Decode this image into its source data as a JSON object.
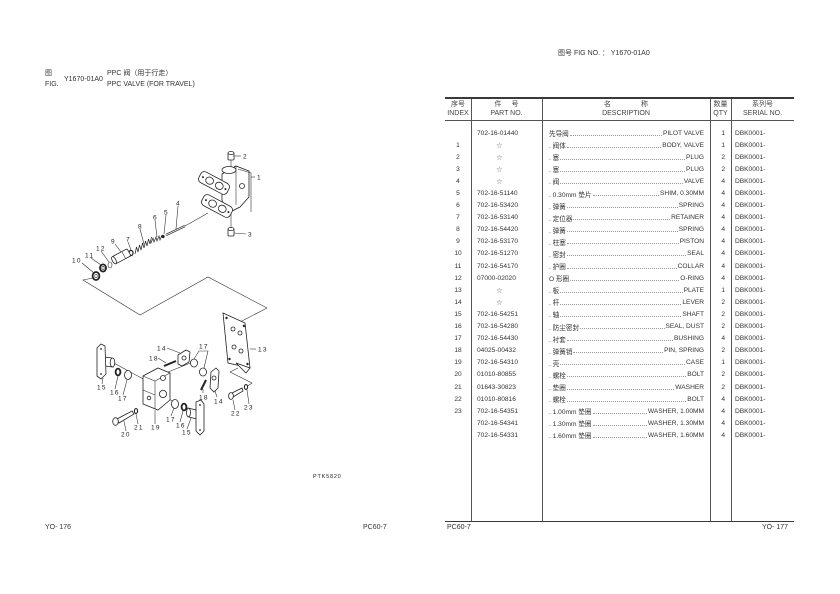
{
  "left_page": {
    "fig_label_cn": "图",
    "fig_label_en": "FIG.",
    "fig_number": "Y1670-01A0",
    "title_cn": "PPC 阀（用于行走）",
    "title_en": "PPC VALVE (FOR TRAVEL)",
    "diagram_code": "PTK5820",
    "footer_page": "YO- 176",
    "footer_model": "PC60-7"
  },
  "diagram": {
    "callouts": [
      "1",
      "2",
      "3",
      "4",
      "5",
      "6",
      "7",
      "8",
      "9",
      "10",
      "11",
      "12",
      "13",
      "14",
      "18",
      "17",
      "15",
      "16",
      "17",
      "14",
      "18",
      "22",
      "23",
      "20",
      "21",
      "19",
      "17",
      "16",
      "15"
    ]
  },
  "right_page": {
    "fig_no_label_cn": "图号",
    "fig_no_label_en": "FIG NO.",
    "fig_no_sep": "：",
    "fig_no": "Y1670-01A0",
    "footer_model": "PC60-7",
    "footer_page": "YO- 177",
    "table": {
      "headers": [
        {
          "cn": "序号",
          "en": "INDEX"
        },
        {
          "cn": "件号",
          "en": "PART NO."
        },
        {
          "cn": "名称",
          "en": "DESCRIPTION"
        },
        {
          "cn": "数量",
          "en": "QTY"
        },
        {
          "cn": "系列号",
          "en": "SERIAL NO."
        }
      ],
      "rows": [
        {
          "index": "",
          "part_no": "702-16-01440",
          "desc_cn": "先导阀",
          "desc_en": "PILOT VALVE",
          "qty": "1",
          "serial": "DBK0001-"
        },
        {
          "index": "1",
          "part_no": "☆",
          "desc_cn": ". 阀体",
          "desc_en": "BODY, VALVE",
          "qty": "1",
          "serial": "DBK0001-"
        },
        {
          "index": "2",
          "part_no": "☆",
          "desc_cn": ". 塞",
          "desc_en": "PLUG",
          "qty": "2",
          "serial": "DBK0001-"
        },
        {
          "index": "3",
          "part_no": "☆",
          "desc_cn": ". 塞",
          "desc_en": "PLUG",
          "qty": "2",
          "serial": "DBK0001-"
        },
        {
          "index": "4",
          "part_no": "☆",
          "desc_cn": ". 阀",
          "desc_en": "VALVE",
          "qty": "4",
          "serial": "DBK0001-"
        },
        {
          "index": "5",
          "part_no": "702-16-51140",
          "desc_cn": ". 0.30mm 垫片",
          "desc_en": "SHIM, 0.30MM",
          "qty": "4",
          "serial": "DBK0001-"
        },
        {
          "index": "6",
          "part_no": "702-16-53420",
          "desc_cn": ". 弹簧",
          "desc_en": "SPRING",
          "qty": "4",
          "serial": "DBK0001-"
        },
        {
          "index": "7",
          "part_no": "702-16-53140",
          "desc_cn": ". 定位器",
          "desc_en": "RETAINER",
          "qty": "4",
          "serial": "DBK0001-"
        },
        {
          "index": "8",
          "part_no": "702-16-54420",
          "desc_cn": ". 弹簧",
          "desc_en": "SPRING",
          "qty": "4",
          "serial": "DBK0001-"
        },
        {
          "index": "9",
          "part_no": "702-16-53170",
          "desc_cn": ". 柱塞",
          "desc_en": "PISTON",
          "qty": "4",
          "serial": "DBK0001-"
        },
        {
          "index": "10",
          "part_no": "702-16-51270",
          "desc_cn": ". 密封",
          "desc_en": "SEAL",
          "qty": "4",
          "serial": "DBK0001-"
        },
        {
          "index": "11",
          "part_no": "702-16-54170",
          "desc_cn": ". 护圈",
          "desc_en": "COLLAR",
          "qty": "4",
          "serial": "DBK0001-"
        },
        {
          "index": "12",
          "part_no": "07000-02020",
          "desc_cn": "O 形圈",
          "desc_en": "O-RING",
          "qty": "4",
          "serial": "DBK0001-"
        },
        {
          "index": "13",
          "part_no": "☆",
          "desc_cn": ". 板",
          "desc_en": "PLATE",
          "qty": "1",
          "serial": "DBK0001-"
        },
        {
          "index": "14",
          "part_no": "☆",
          "desc_cn": ". 杆",
          "desc_en": "LEVER",
          "qty": "2",
          "serial": "DBK0001-"
        },
        {
          "index": "15",
          "part_no": "702-16-54251",
          "desc_cn": ". 轴",
          "desc_en": "SHAFT",
          "qty": "2",
          "serial": "DBK0001-"
        },
        {
          "index": "16",
          "part_no": "702-16-54280",
          "desc_cn": ". 防尘密封",
          "desc_en": "SEAL, DUST",
          "qty": "2",
          "serial": "DBK0001-"
        },
        {
          "index": "17",
          "part_no": "702-16-54430",
          "desc_cn": ". 衬套",
          "desc_en": "BUSHING",
          "qty": "4",
          "serial": "DBK0001-"
        },
        {
          "index": "18",
          "part_no": "04025-00432",
          "desc_cn": ". 弹簧销",
          "desc_en": "PIN, SPRING",
          "qty": "2",
          "serial": "DBK0001-"
        },
        {
          "index": "19",
          "part_no": "702-16-54310",
          "desc_cn": ". 壳",
          "desc_en": "CASE",
          "qty": "1",
          "serial": "DBK0001-"
        },
        {
          "index": "20",
          "part_no": "01010-80855",
          "desc_cn": ". 螺栓",
          "desc_en": "BOLT",
          "qty": "2",
          "serial": "DBK0001-"
        },
        {
          "index": "21",
          "part_no": "01643-30823",
          "desc_cn": ". 垫圈",
          "desc_en": "WASHER",
          "qty": "2",
          "serial": "DBK0001-"
        },
        {
          "index": "22",
          "part_no": "01010-80816",
          "desc_cn": ". 螺栓",
          "desc_en": "BOLT",
          "qty": "4",
          "serial": "DBK0001-"
        },
        {
          "index": "23",
          "part_no": "702-16-54351",
          "desc_cn": ". 1.00mm 垫圈",
          "desc_en": "WASHER, 1.00MM",
          "qty": "4",
          "serial": "DBK0001-"
        },
        {
          "index": "",
          "part_no": "702-16-54341",
          "desc_cn": ". 1.30mm 垫圈",
          "desc_en": "WASHER, 1.30MM",
          "qty": "4",
          "serial": "DBK0001-"
        },
        {
          "index": "",
          "part_no": "702-16-54331",
          "desc_cn": ". 1.60mm 垫圈",
          "desc_en": "WASHER, 1.60MM",
          "qty": "4",
          "serial": "DBK0001-"
        }
      ]
    }
  }
}
